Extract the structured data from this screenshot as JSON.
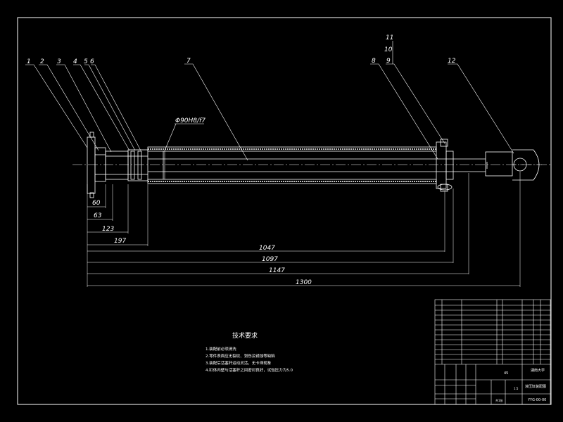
{
  "colors": {
    "background": "#000000",
    "line": "#ffffff",
    "leader": "#ffffff",
    "accent": "#ffffff"
  },
  "part_labels": [
    "1",
    "2",
    "3",
    "4",
    "5",
    "6",
    "7",
    "8",
    "9",
    "10",
    "11",
    "12"
  ],
  "fit_annotation": "Φ90H8/f7",
  "dimensions": [
    "60",
    "63",
    "123",
    "197",
    "1047",
    "1097",
    "1147",
    "1300"
  ],
  "technical_requirements": {
    "title": "技术要求",
    "items": [
      "1.装配前必须清洗",
      "2.零件表面应无裂纹、划伤及锈蚀等缺陷",
      "3.装配后活塞杆运动灵活，无卡滞现象",
      "4.缸体内壁与活塞杆之间密封良好，试验压力为5.0"
    ]
  },
  "title_block": {
    "material": "45",
    "school": "湖南大学",
    "drawing_title": "液压缸装配图",
    "drawing_number": "YYG-00-00",
    "scale": "1:5",
    "sheet": "共1张"
  }
}
